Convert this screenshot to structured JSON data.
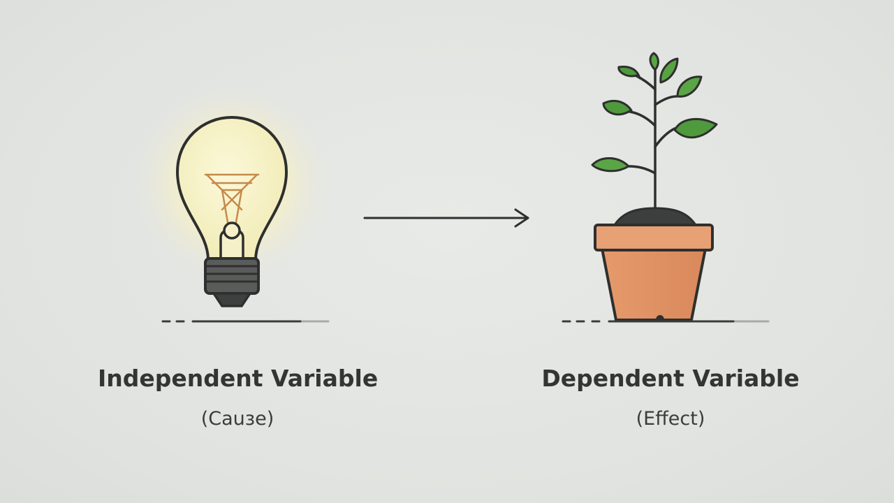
{
  "left": {
    "icon": "lightbulb-icon",
    "title": "Independent Variable",
    "subtitle": "(Cauɜe)"
  },
  "right": {
    "icon": "potted-plant-icon",
    "title": "Dependent Variable",
    "subtitle": "(Effect)"
  },
  "connector": {
    "icon": "arrow-right-icon"
  },
  "colors": {
    "background": "#e3e5e2",
    "outline": "#2e2f2e",
    "bulb_glow": "#f6f1c8",
    "leaf_green": "#4e9a3c",
    "pot_terracotta": "#e0956a"
  }
}
